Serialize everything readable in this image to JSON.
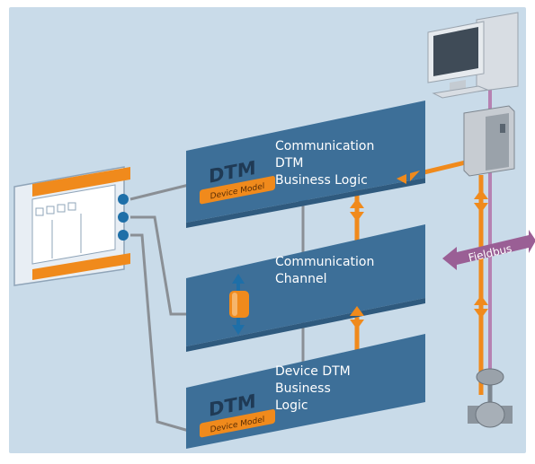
{
  "colors": {
    "background": "#c9dbe9",
    "panel": "#3d6f98",
    "panel_dark": "#2f5a7e",
    "panel_text": "#ffffff",
    "accent": "#f08a1c",
    "fieldbus": "#9a5f95",
    "connector": "#8a8f95",
    "port_dot": "#1e6fa8"
  },
  "panels": {
    "top": {
      "lines": [
        "Communication",
        "DTM",
        "Business Logic"
      ],
      "logo": "DTM",
      "badge": "Device Model"
    },
    "middle": {
      "lines": [
        "Communication",
        "Channel"
      ]
    },
    "bottom": {
      "lines": [
        "Device DTM",
        "Business",
        "Logic"
      ],
      "logo": "DTM",
      "badge": "Device Model"
    }
  },
  "fieldbus_label": "Fieldbus",
  "icons": {
    "frame_application": "frame-application-icon",
    "computer": "computer-icon",
    "gateway": "gateway-device-icon",
    "valve": "field-valve-icon",
    "channel": "communication-channel-icon"
  }
}
